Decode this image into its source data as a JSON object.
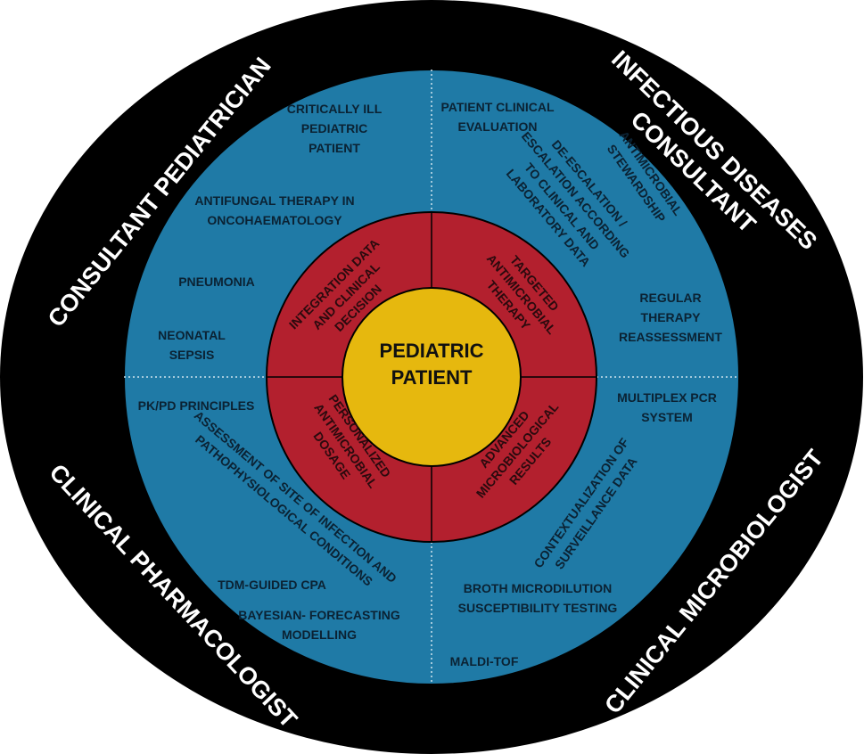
{
  "colors": {
    "outer": "#000000",
    "blue": "#1f7aa6",
    "red": "#b3202e",
    "yellow": "#e6b80e",
    "divider": "#d0e4ee"
  },
  "center": [
    "PEDIATRIC",
    "PATIENT"
  ],
  "roles": {
    "pediatrician": [
      "CONSULTANT PEDIATRICIAN"
    ],
    "infectious": [
      "INFECTIOUS DISEASES",
      "CONSULTANT"
    ],
    "pharmacologist": [
      "CLINICAL PHARMACOLOGIST"
    ],
    "microbiologist": [
      "CLINICAL MICROBIOLOGIST"
    ]
  },
  "inner": {
    "integration": [
      "INTEGRATION DATA",
      "AND CLINICAL",
      "DECISION"
    ],
    "targeted": [
      "TARGETED",
      "ANTIMICROBIAL",
      "THERAPY"
    ],
    "personalized": [
      "PERSONALIZED",
      "ANTIMICROBIAL",
      "DOSAGE"
    ],
    "advanced": [
      "ADVANCED",
      "MICROBIOLOGICAL",
      "RESULTS"
    ]
  },
  "pediatrician_items": {
    "critically": [
      "CRITICALLY ILL",
      "PEDIATRIC",
      "PATIENT"
    ],
    "antifungal": [
      "ANTIFUNGAL THERAPY IN",
      "ONCOHAEMATOLOGY"
    ],
    "pneumonia": [
      "PNEUMONIA"
    ],
    "sepsis": [
      "NEONATAL",
      "SEPSIS"
    ]
  },
  "infectious_items": {
    "evaluation": [
      "PATIENT CLINICAL",
      "EVALUATION"
    ],
    "stewardship": [
      "ANTIMICROBIAL",
      "STEWARDSHIP"
    ],
    "deescalation": [
      "DE-ESCALATION /",
      "ESCALATION ACCORDING",
      "TO CLINICAL AND",
      "LABORATORY DATA"
    ],
    "reassessment": [
      "REGULAR",
      "THERAPY",
      "REASSESSMENT"
    ]
  },
  "pharmacologist_items": {
    "pkpd": [
      "PK/PD PRINCIPLES"
    ],
    "assessment": [
      "ASSESSMENT OF SITE OF INFECTION AND",
      "PATHOPHYSIOLOGICAL CONDITIONS"
    ],
    "tdm": [
      "TDM-GUIDED CPA"
    ],
    "bayesian": [
      "BAYESIAN- FORECASTING",
      "MODELLING"
    ]
  },
  "microbiologist_items": {
    "multiplex": [
      "MULTIPLEX PCR",
      "SYSTEM"
    ],
    "surveillance": [
      "CONTEXTUALIZATION OF",
      "SURVEILLANCE DATA"
    ],
    "broth": [
      "BROTH MICRODILUTION",
      "SUSCEPTIBILITY TESTING"
    ],
    "maldi": [
      "MALDI-TOF"
    ]
  }
}
